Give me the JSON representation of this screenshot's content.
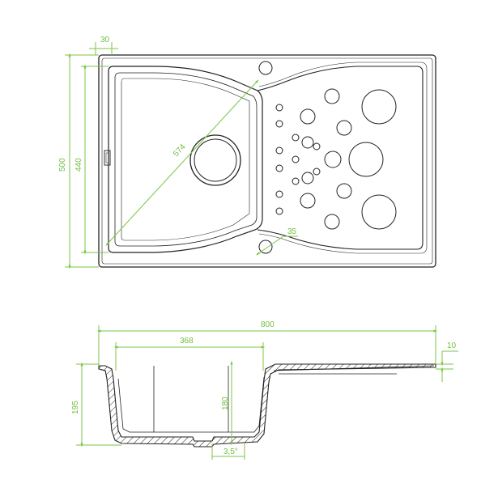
{
  "dimensions": {
    "top_view": {
      "rim_width": "30",
      "total_depth": "500",
      "bowl_depth": "440",
      "diagonal": "574",
      "tap_hole": "35"
    },
    "side_view": {
      "total_width": "800",
      "bowl_width": "368",
      "thickness": "10",
      "total_height": "195",
      "bowl_height": "180",
      "drain_angle": "3,5°"
    }
  },
  "colors": {
    "dimension_lines": "#7cc443",
    "outline": "#222222"
  }
}
